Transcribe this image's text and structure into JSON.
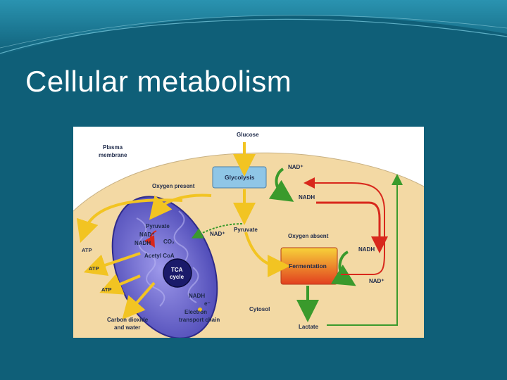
{
  "slide": {
    "title": "Cellular metabolism"
  },
  "diagram": {
    "labels": {
      "glucose": "Glucose",
      "plasma_membrane_1": "Plasma",
      "plasma_membrane_2": "membrane",
      "oxygen_present": "Oxygen present",
      "glycolysis": "Glycolysis",
      "nad_plus_top": "NAD⁺",
      "nadh_top": "NADH",
      "pyruvate_center": "Pyruvate",
      "nad_plus_center": "NAD⁺",
      "oxygen_absent": "Oxygen absent",
      "nadh_right": "NADH",
      "fermentation": "Fermentation",
      "nad_plus_right": "NAD⁺",
      "cytosol": "Cytosol",
      "lactate": "Lactate",
      "pyruvate_mito": "Pyruvate",
      "nad_plus_mito": "NAD⁺",
      "nadh_mito": "NADH",
      "co2": "CO₂",
      "acetyl_coa": "Acetyl CoA",
      "tca_1": "TCA",
      "tca_2": "cycle",
      "nadh_mito2": "NADH",
      "electron": "e⁻",
      "etc_1": "Electron",
      "etc_2": "transport chain",
      "atp_1": "ATP",
      "atp_2": "ATP",
      "atp_3": "ATP",
      "carbon_1": "Carbon dioxide",
      "carbon_2": "and water"
    },
    "colors": {
      "cell": "#f3d9a4",
      "background": "#ffffff",
      "mitochondrion": "#5a56c4",
      "mito_inner": "#8a86e0",
      "glycolysis_box": "#8fc6e6",
      "fermentation_start": "#f7d23a",
      "fermentation_end": "#e2401f",
      "yellow_arrow": "#f2c422",
      "green_arrow": "#3a9a2c",
      "red_arrow": "#d8281c",
      "tca": "#1a1a6a"
    }
  }
}
